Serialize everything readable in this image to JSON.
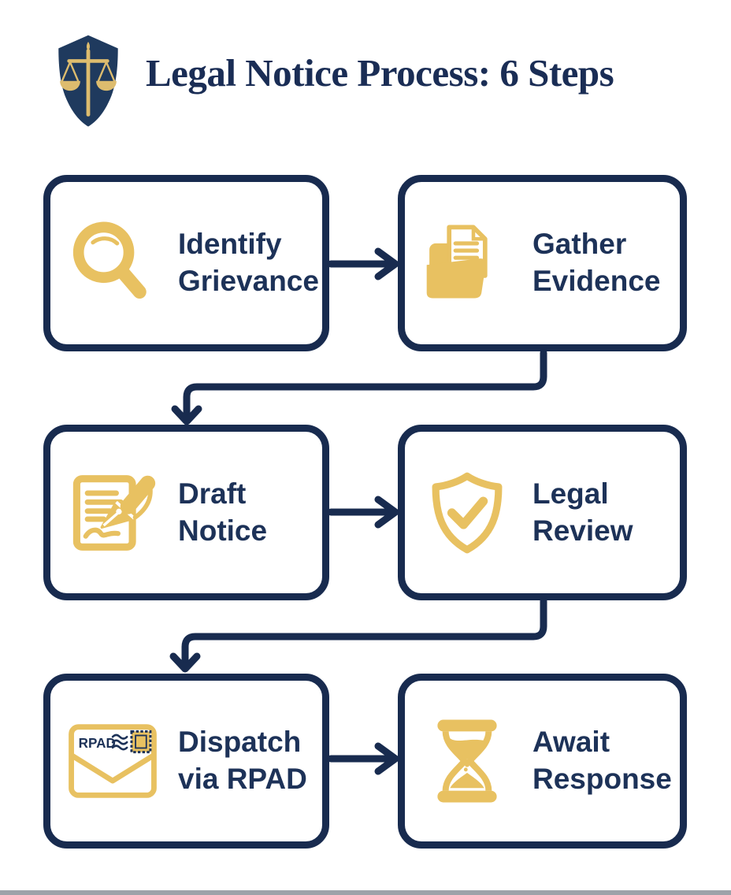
{
  "header": {
    "title": "Legal Notice Process: 6 Steps",
    "logo": "scales-of-justice-shield"
  },
  "steps": [
    {
      "line1": "Identify",
      "line2": "Grievance",
      "icon": "magnifier-icon"
    },
    {
      "line1": "Gather",
      "line2": "Evidence",
      "icon": "folder-documents-icon"
    },
    {
      "line1": "Draft",
      "line2": "Notice",
      "icon": "document-pen-icon"
    },
    {
      "line1": "Legal",
      "line2": "Review",
      "icon": "shield-check-icon"
    },
    {
      "line1": "Dispatch",
      "line2": "via RPAD",
      "icon": "envelope-rpad-icon"
    },
    {
      "line1": "Await",
      "line2": "Response",
      "icon": "hourglass-icon"
    }
  ],
  "stamp_text": "RPAD",
  "flow": [
    {
      "from": "Identify Grievance",
      "to": "Gather Evidence"
    },
    {
      "from": "Gather Evidence",
      "to": "Draft Notice"
    },
    {
      "from": "Draft Notice",
      "to": "Legal Review"
    },
    {
      "from": "Legal Review",
      "to": "Dispatch via RPAD"
    },
    {
      "from": "Dispatch via RPAD",
      "to": "Await Response"
    }
  ],
  "colors": {
    "navy_line": "#182b4f",
    "navy_text": "#1d3258",
    "title_navy": "#1a2d55",
    "shield_navy": "#1f3a5e",
    "gold": "#e8c161",
    "background": "#ffffff"
  }
}
